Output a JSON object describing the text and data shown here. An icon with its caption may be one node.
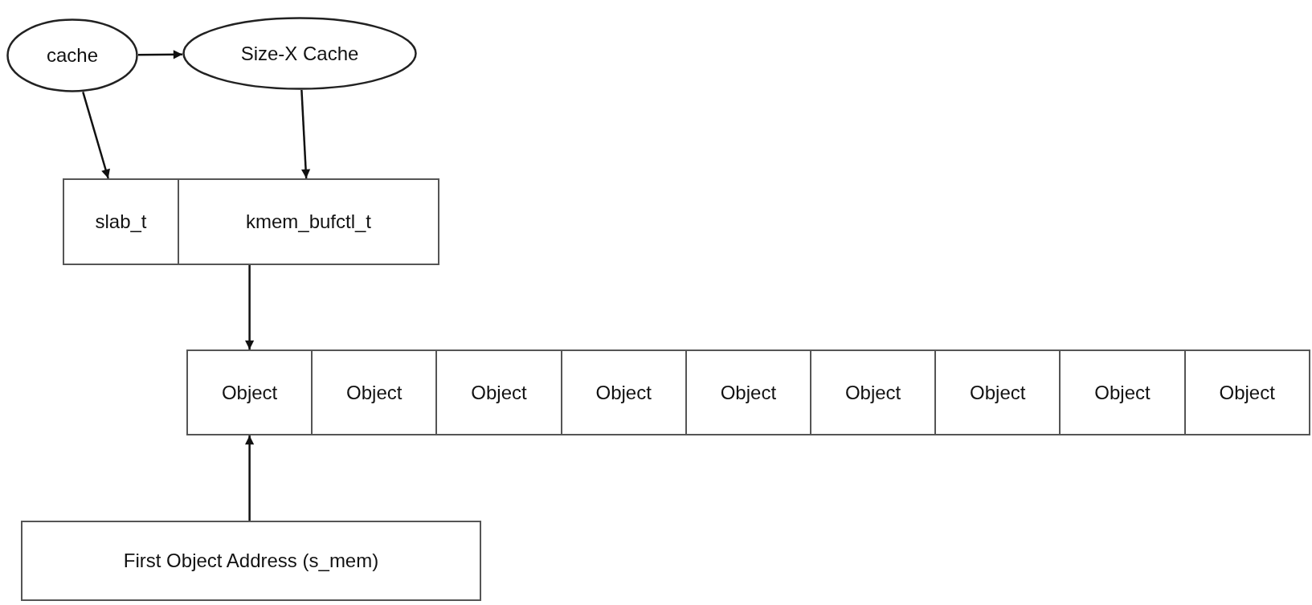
{
  "diagram": {
    "nodes": [
      {
        "text": [
          "cache"
        ]
      },
      {
        "text": [
          "Size-X Cache"
        ]
      },
      {
        "text": [
          "slab_t"
        ]
      },
      {
        "text": [
          "kmem_bufctl_t"
        ]
      },
      {
        "text": [
          "Object"
        ]
      },
      {
        "text": [
          "Object"
        ]
      },
      {
        "text": [
          "Object"
        ]
      },
      {
        "text": [
          "Object"
        ]
      },
      {
        "text": [
          "Object"
        ]
      },
      {
        "text": [
          "Object"
        ]
      },
      {
        "text": [
          "Object"
        ]
      },
      {
        "text": [
          "Object"
        ]
      },
      {
        "text": [
          "Object"
        ]
      },
      {
        "text": [
          "First Object Address (s_mem)"
        ]
      }
    ],
    "edges": [
      {
        "from": 0,
        "to": 1,
        "arrow": "to"
      },
      {
        "from": 0,
        "to": 2,
        "arrow": "to"
      },
      {
        "from": 1,
        "to": 3,
        "arrow": "to"
      },
      {
        "from": 3,
        "to": 4,
        "arrow": "to"
      },
      {
        "from": 13,
        "to": 4,
        "arrow": "to"
      }
    ]
  }
}
